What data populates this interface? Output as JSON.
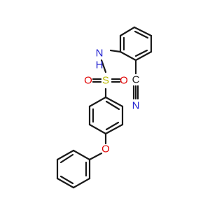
{
  "molecule": {
    "atoms": {
      "N_amine": {
        "label": "N",
        "sub": "H",
        "color": "#1f1fd0"
      },
      "S": {
        "label": "S",
        "color": "#b8b800"
      },
      "O_top": {
        "label": "O",
        "color": "#e00000"
      },
      "O_bottom": {
        "label": "O",
        "color": "#e00000"
      },
      "N_nitrile": {
        "label": "N",
        "color": "#1f1fd0"
      },
      "C_nitrile": {
        "label": "C",
        "color": "#1a1a1a"
      },
      "O_ether": {
        "label": "O",
        "color": "#e00000"
      }
    },
    "bond_color": "#1a1a1a"
  }
}
